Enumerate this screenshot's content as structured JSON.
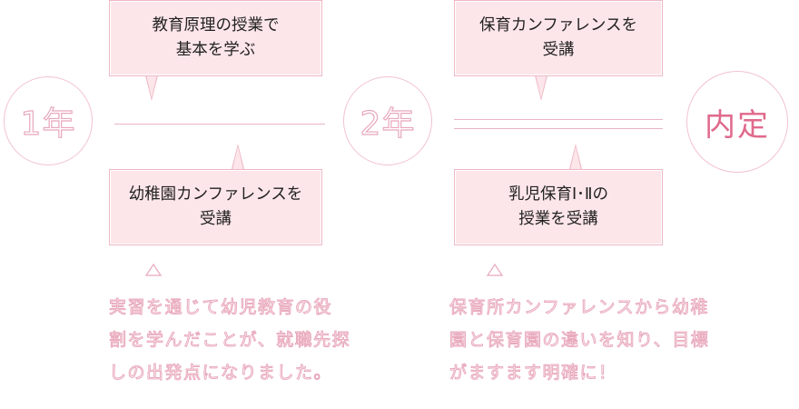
{
  "stages": {
    "year1": "1年",
    "year2": "2年",
    "goal": "内定"
  },
  "bubbles": {
    "y1_top": "教育原理の授業で\n基本を学ぶ",
    "y1_bottom": "幼稚園カンファレンスを\n受講",
    "y2_top": "保育カンファレンスを\n受講",
    "y2_bottom": "乳児保育Ⅰ･Ⅱの\n授業を受講"
  },
  "notes": {
    "left": "実習を通じて幼児教育の役\n割を学んだことが、就職先探\nしの出発点になりました。",
    "right": "保育所カンファレンスから幼稚\n園と保育園の違いを知り、目標\nがますます明確に！"
  },
  "colors": {
    "accent": "#e06a8c",
    "bubble_fill": "#fde6ea",
    "outline": "#eab4c2"
  }
}
